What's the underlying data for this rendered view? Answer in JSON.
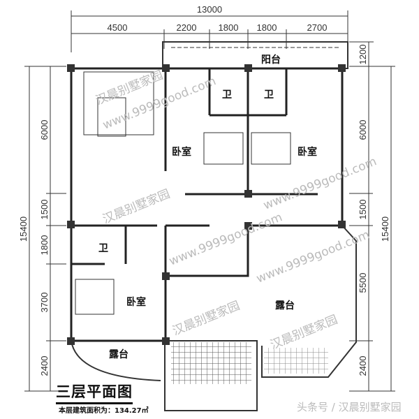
{
  "plan": {
    "title": "三层平面图",
    "area_text": "本层建筑面积为：134.27㎡",
    "source": "头条号 / 汉晨别墅家园",
    "watermark_cn": "汉晨别墅家园",
    "watermark_url": "www.9999good.com",
    "dims_top_total": "13000",
    "dims_top": [
      "4500",
      "2200",
      "1800",
      "1800",
      "2700"
    ],
    "dims_left_total": "15400",
    "dims_left": [
      "6000",
      "1500",
      "1800",
      "3700",
      "2400"
    ],
    "dims_right_total": "15400",
    "dims_right": [
      "1200",
      "6000",
      "1500",
      "5500",
      "2400"
    ],
    "rooms": {
      "balcony": "阳台",
      "bath1": "卫",
      "bath2": "卫",
      "bedroom1": "卧室",
      "bedroom2": "卧室",
      "bath3": "卫",
      "bedroom3": "卧室",
      "terrace_big": "露台",
      "terrace_small": "露台"
    }
  }
}
